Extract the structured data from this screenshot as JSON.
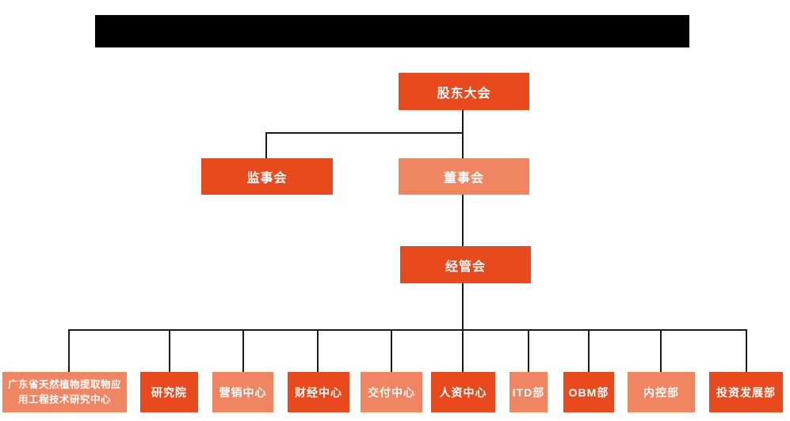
{
  "header": {
    "redacted_title_bar": true
  },
  "colors": {
    "primary_node": "#E8491D",
    "secondary_node": "#EF8561",
    "connector_line": "#1A1A1A",
    "node_text": "#FFFFFF",
    "background": "#FFFFFF"
  },
  "org_chart": {
    "root": {
      "label": "股东大会"
    },
    "level2": [
      {
        "label": "监事会",
        "variant": "primary"
      },
      {
        "label": "董事会",
        "variant": "secondary"
      }
    ],
    "level3": {
      "label": "经管会",
      "variant": "primary"
    },
    "departments": [
      {
        "label": "广东省天然植物提取物应用工程技术研究中心",
        "variant": "secondary"
      },
      {
        "label": "研究院",
        "variant": "primary"
      },
      {
        "label": "营销中心",
        "variant": "secondary"
      },
      {
        "label": "财经中心",
        "variant": "primary"
      },
      {
        "label": "交付中心",
        "variant": "secondary"
      },
      {
        "label": "人资中心",
        "variant": "primary"
      },
      {
        "label": "ITD部",
        "variant": "secondary"
      },
      {
        "label": "OBM部",
        "variant": "primary"
      },
      {
        "label": "内控部",
        "variant": "secondary"
      },
      {
        "label": "投资发展部",
        "variant": "primary"
      }
    ]
  }
}
